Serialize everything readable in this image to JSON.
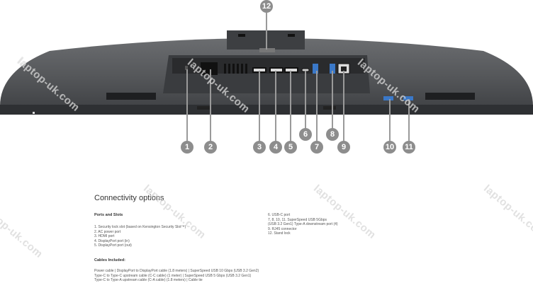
{
  "watermark": "laptop-uk.com",
  "callouts": [
    "1",
    "2",
    "3",
    "4",
    "5",
    "6",
    "7",
    "8",
    "9",
    "10",
    "11",
    "12"
  ],
  "section_title": "Connectivity options",
  "ports_heading": "Ports and Slots",
  "ports_left": [
    "1. Security lock slot (based on Kensington Security Slot™)",
    "2. AC power port",
    "3. HDMI port",
    "4. DisplayPort port (in)",
    "5. DisplayPort port (out)"
  ],
  "ports_right": [
    "6. USB-C port",
    "7, 8, 10, 11. SuperSpeed USB 5Gbps",
    "(USB 3.2 Gen1) Type-A downstream port (4)",
    "9. RJ45 connector",
    "12. Stand lock"
  ],
  "cables_heading": "Cables Included:",
  "cables_text": "Power cable | DisplayPort to DisplayPort cable (1.8 meters) | SuperSpeed USB 10 Gbps (USB 3.2 Gen2) Type-C to Type-C upstream cable (C-C cable) (1 meter) | SuperSpeed USB 5 Gbps (USB 3.2 Gen1) Type-C to Type-A upstream cable (C-A cable) (1.8 meters) | Cable tie"
}
